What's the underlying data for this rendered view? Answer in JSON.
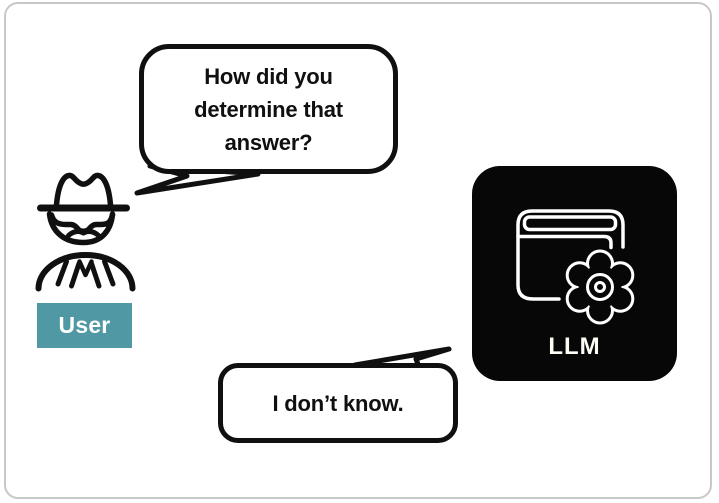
{
  "diagram": {
    "title_hint": "user-llm-dialogue-diagram",
    "card_border_color": "#c8c8c8",
    "background": "#ffffff"
  },
  "user": {
    "label": "User",
    "label_bg": "#4F98A4",
    "label_text_color": "#ffffff",
    "icon": "incognito-user-icon"
  },
  "llm": {
    "label": "LLM",
    "box_bg": "#070707",
    "label_text_color": "#ffffff",
    "icon": "browser-gear-icon"
  },
  "bubbles": [
    {
      "speaker": "user",
      "text": "How did you\ndetermine that\nanswer?"
    },
    {
      "speaker": "llm",
      "text": "I don’t know."
    }
  ]
}
